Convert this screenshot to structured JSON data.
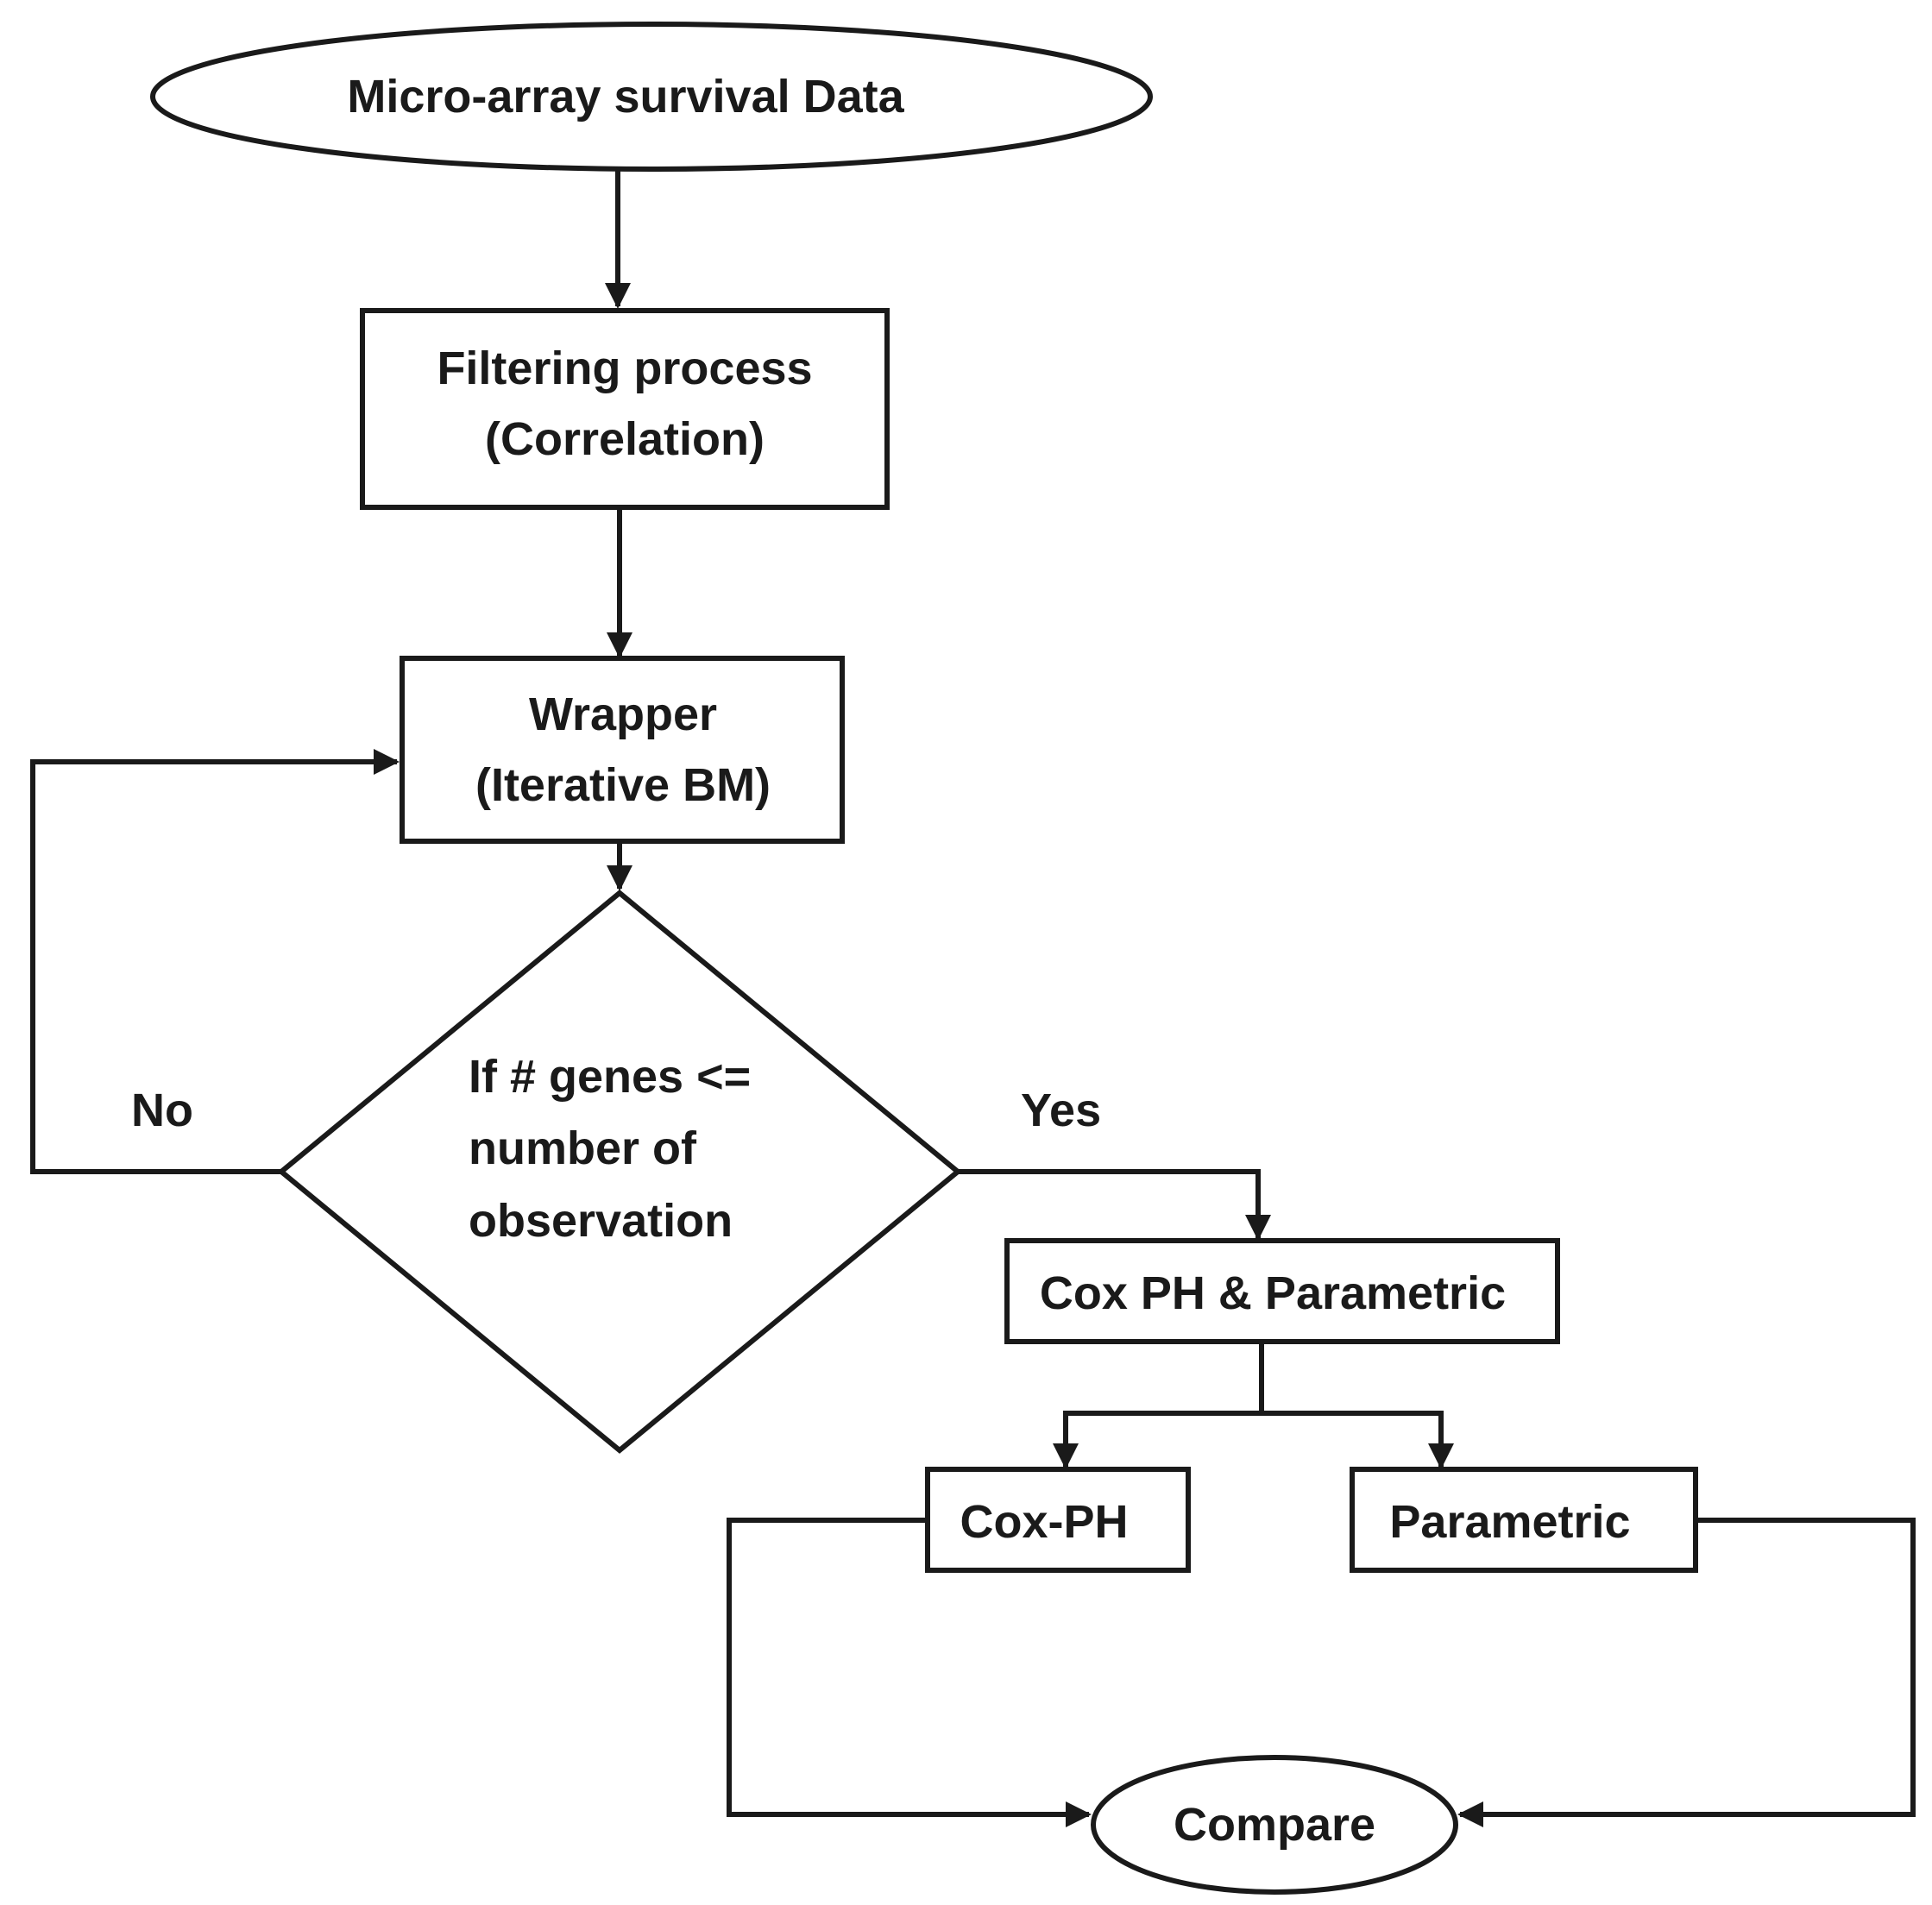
{
  "nodes": {
    "start": {
      "lines": [
        "Micro-array survival Data"
      ]
    },
    "filter": {
      "lines": [
        "Filtering process",
        "(Correlation)"
      ]
    },
    "wrapper": {
      "lines": [
        "Wrapper",
        "(Iterative BM)"
      ]
    },
    "decision": {
      "lines": [
        "If # genes <=",
        "number of",
        "observation"
      ]
    },
    "models": {
      "lines": [
        "Cox PH & Parametric"
      ]
    },
    "coxph": {
      "lines": [
        "Cox-PH"
      ]
    },
    "parametric": {
      "lines": [
        "Parametric"
      ]
    },
    "compare": {
      "lines": [
        "Compare"
      ]
    }
  },
  "edges": {
    "no_label": "No",
    "yes_label": "Yes"
  },
  "colors": {
    "stroke": "#1a1a1a",
    "fill": "#ffffff",
    "text": "#1a1a1a"
  }
}
